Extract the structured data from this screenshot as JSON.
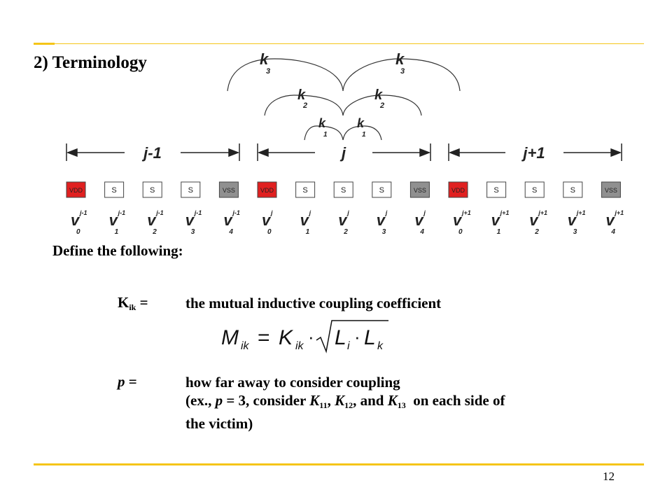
{
  "page": {
    "title": "2) Terminology",
    "page_number": "12",
    "accent_color": "#f5c518"
  },
  "diagram": {
    "coupling_labels": [
      "k",
      "k",
      "k",
      "k",
      "k",
      "k"
    ],
    "coupling_subs": [
      "3",
      "3",
      "2",
      "2",
      "1",
      "1"
    ],
    "groups": [
      "j-1",
      "j",
      "j+1"
    ],
    "pins": [
      "VDD",
      "S",
      "S",
      "S",
      "VSS",
      "VDD",
      "S",
      "S",
      "S",
      "VSS",
      "VDD",
      "S",
      "S",
      "S",
      "VSS"
    ],
    "pin_colors": {
      "VDD": "#e02020",
      "VSS": "#909090",
      "S": "#ffffff"
    },
    "v_label": "v",
    "v_supers": [
      "j-1",
      "j-1",
      "j-1",
      "j-1",
      "j-1",
      "j",
      "j",
      "j",
      "j",
      "j",
      "j+1",
      "j+1",
      "j+1",
      "j+1",
      "j+1"
    ],
    "v_subs": [
      "0",
      "1",
      "2",
      "3",
      "4",
      "0",
      "1",
      "2",
      "3",
      "4",
      "0",
      "1",
      "2",
      "3",
      "4"
    ]
  },
  "definitions": {
    "intro": "Define the following:",
    "kik_symbol": "K",
    "kik_sub": "ik",
    "kik_eq": "=",
    "kik_desc": "the mutual inductive coupling coefficient",
    "formula": {
      "M": "M",
      "M_sub": "ik",
      "eq": "=",
      "K": "K",
      "K_sub": "ik",
      "dot": "·",
      "L1": "L",
      "L1_sub": "i",
      "dot2": "·",
      "L2": "L",
      "L2_sub": "k"
    },
    "p_symbol": "p",
    "p_eq": "=",
    "p_desc_line1": "how far away to consider coupling",
    "p_desc_ex_open": "(ex., ",
    "p_desc_ex_p": "p",
    "p_desc_ex_mid": " = 3, consider ",
    "k11": "K",
    "k11_sub": "11",
    "sep1": ", ",
    "k12": "K",
    "k12_sub": "12",
    "sep2": ", and ",
    "k13": "K",
    "k13_sub": "13",
    "ex_tail": "  on each side of",
    "p_desc_line3": "the victim)"
  }
}
